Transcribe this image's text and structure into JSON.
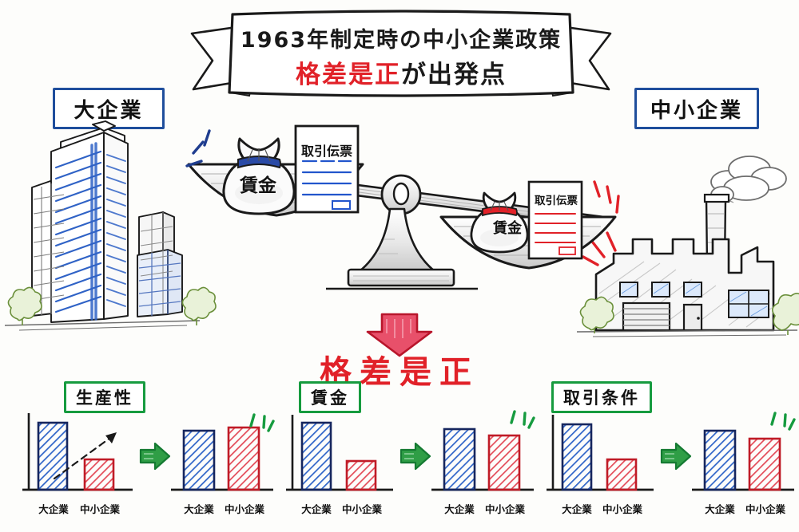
{
  "banner": {
    "line1": "1963年制定時の中小企業政策",
    "line2_red": "格差是正",
    "line2_black": "が出発点"
  },
  "labels": {
    "big_enterprise": "大企業",
    "sme": "中小企業"
  },
  "scale": {
    "left_pan": {
      "bag_label": "賃金",
      "document_title": "取引伝票",
      "document_line_color": "#2255cc",
      "side": "大企業",
      "state": "down"
    },
    "right_pan": {
      "bag_label": "賃金",
      "document_title": "取引伝票",
      "document_line_color": "#e12128",
      "side": "中小企業",
      "state": "up"
    },
    "caption": "格差是正",
    "arrow_color": "#e23a4e"
  },
  "colors": {
    "blue_bar": "#2d63c8",
    "blue_outline": "#16265e",
    "red_bar": "#e34a57",
    "red_outline": "#c01c27",
    "green_accent": "#169b3f",
    "red_accent": "#e12128",
    "blue_accent": "#1f3d8f",
    "ink": "#1a1a1a"
  },
  "chart_data": [
    {
      "type": "bar",
      "title": "生産性",
      "panel": 1,
      "before": {
        "categories": [
          "大企業",
          "中小企業"
        ],
        "values": [
          100,
          42
        ],
        "ylim": [
          0,
          115
        ],
        "annotation": "上向き矢印"
      },
      "after": {
        "categories": [
          "大企業",
          "中小企業"
        ],
        "values": [
          88,
          92
        ],
        "ylim": [
          0,
          115
        ],
        "annotation": "改善マーク"
      },
      "arrow": "→"
    },
    {
      "type": "bar",
      "title": "賃金",
      "panel": 2,
      "before": {
        "categories": [
          "大企業",
          "中小企業"
        ],
        "values": [
          100,
          40
        ],
        "ylim": [
          0,
          115
        ]
      },
      "after": {
        "categories": [
          "大企業",
          "中小企業"
        ],
        "values": [
          88,
          80
        ],
        "ylim": [
          0,
          115
        ],
        "annotation": "改善マーク"
      },
      "arrow": "→"
    },
    {
      "type": "bar",
      "title": "取引条件",
      "panel": 3,
      "before": {
        "categories": [
          "大企業",
          "中小企業"
        ],
        "values": [
          100,
          43
        ],
        "ylim": [
          0,
          115
        ]
      },
      "after": {
        "categories": [
          "大企業",
          "中小企業"
        ],
        "values": [
          88,
          76
        ],
        "ylim": [
          0,
          115
        ],
        "annotation": "改善マーク"
      },
      "arrow": "→"
    }
  ],
  "panels": [
    {
      "title": "生産性",
      "before_cat1": "大企業",
      "before_cat2": "中小企業",
      "after_cat1": "大企業",
      "after_cat2": "中小企業"
    },
    {
      "title": "賃金",
      "before_cat1": "大企業",
      "before_cat2": "中小企業",
      "after_cat1": "大企業",
      "after_cat2": "中小企業"
    },
    {
      "title": "取引条件",
      "before_cat1": "大企業",
      "before_cat2": "中小企業",
      "after_cat1": "大企業",
      "after_cat2": "中小企業"
    }
  ],
  "illustrations": {
    "left": "高層ビル群",
    "right": "工場"
  }
}
